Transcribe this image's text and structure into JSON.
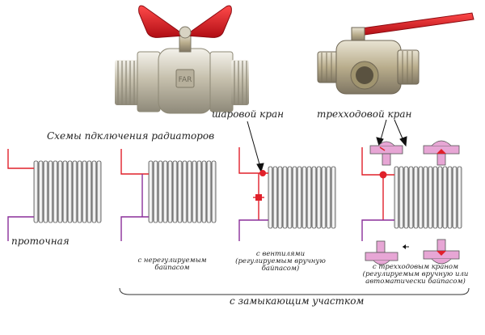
{
  "labels": {
    "ball_valve": "шаровой кран",
    "three_way_valve": "трехходовой кран",
    "schemes_title": "Схемы пдключения радиаторов",
    "flow": "проточная",
    "unregulated_bypass": "с нерегулируемым\nбайпасом",
    "with_valves": "с вентилями\n(регулируемым вручную\nбайпасом)",
    "with_three_way": "с трехходовым краном\n(регулируемым вручную или\nавтоматически байпасом)",
    "with_closing_section": "с замыкающим участком"
  },
  "valve_engraving": "FAR",
  "colors": {
    "supply_pipe": "#e0202a",
    "return_pipe": "#8a2f9a",
    "radiator_stroke": "#555555",
    "handle_red": "#d9141c",
    "brass": "#c9c3b2",
    "valve_pink": "#e7a6d5"
  }
}
